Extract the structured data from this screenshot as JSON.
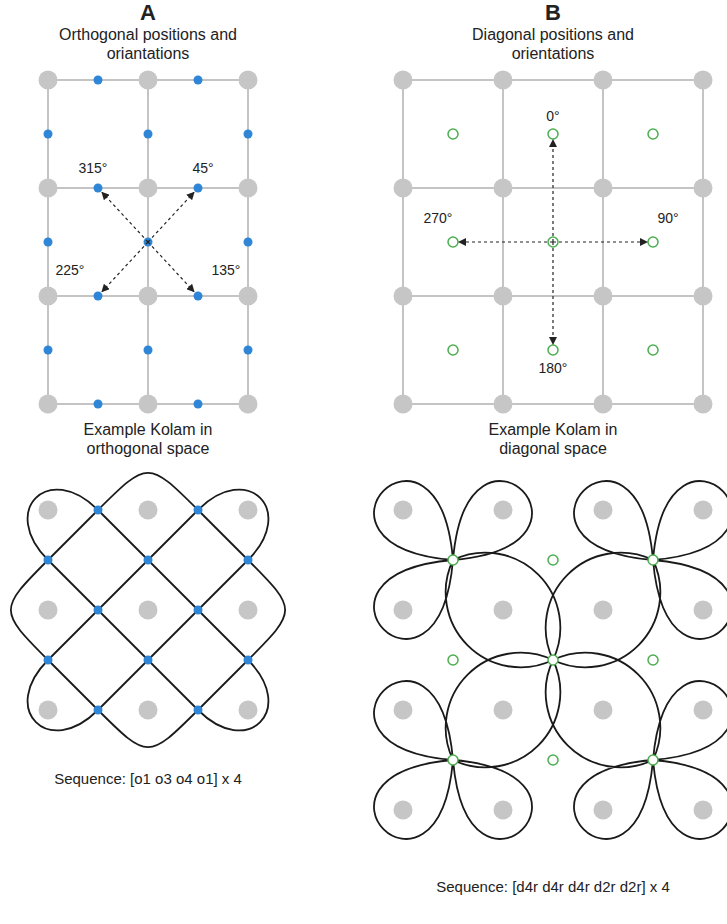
{
  "diagram": {
    "labels": [
      "A",
      "Orthogonal positions and oriantations",
      "315°",
      "45°",
      "225°",
      "135°",
      "Example Kolam in orthogonal space",
      "Sequence: [o1 o3 o4 o1] x 4",
      "B",
      "Diagonal positions and orientations",
      "0°",
      "270°",
      "90°",
      "180°",
      "Example Kolam in diagonal space",
      "Sequence: [d4r d4r d4r d2r d2r] x 4"
    ]
  }
}
